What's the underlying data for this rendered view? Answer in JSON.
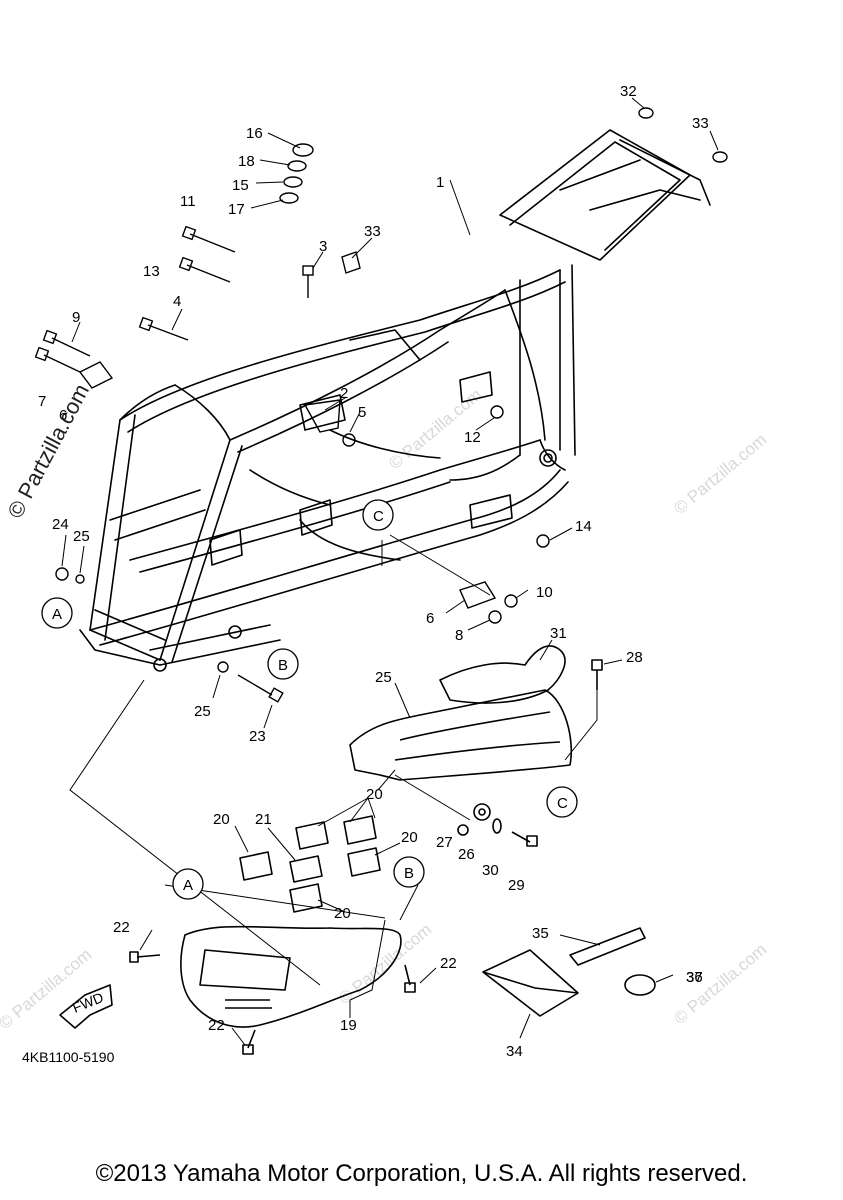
{
  "parts_diagram": {
    "part_numbers": [
      "1",
      "2",
      "3",
      "4",
      "5",
      "6",
      "7",
      "8",
      "9",
      "10",
      "11",
      "12",
      "13",
      "14",
      "15",
      "16",
      "17",
      "18",
      "19",
      "20",
      "21",
      "22",
      "23",
      "24",
      "25",
      "26",
      "27",
      "28",
      "29",
      "30",
      "31",
      "32",
      "33",
      "34",
      "35",
      "36",
      "37"
    ],
    "callouts": [
      "A",
      "B",
      "C"
    ],
    "diagram_code": "4KB1100-5190",
    "direction_label": "FWD",
    "watermark": "© Partzilla.com"
  },
  "footer": {
    "copyright": "©2013 Yamaha Motor Corporation, U.S.A. All rights reserved."
  }
}
